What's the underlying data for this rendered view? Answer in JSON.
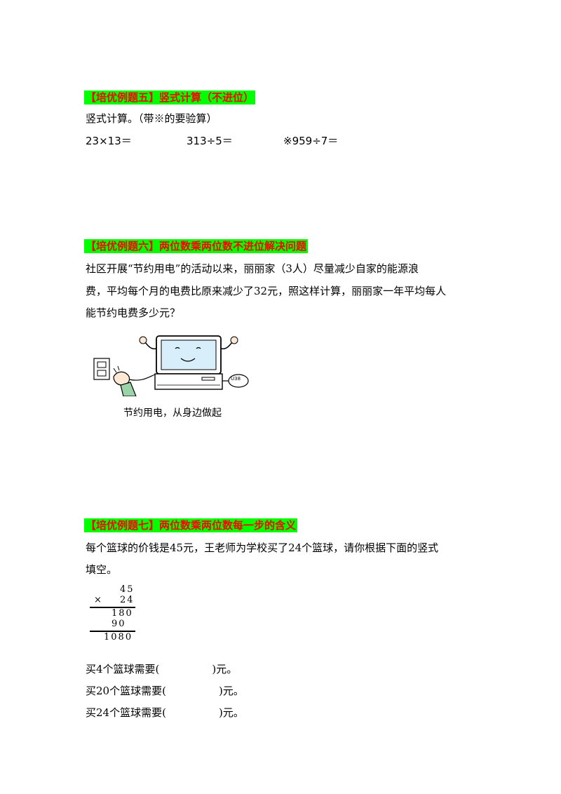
{
  "section5": {
    "heading": "【培优例题五】竖式计算（不进位）",
    "instruction": "竖式计算。（带※的要验算）",
    "problems": [
      "23×13＝",
      "313÷5＝",
      "※959÷7＝"
    ]
  },
  "section6": {
    "heading": "【培优例题六】两位数乘两位数不进位解决问题",
    "lines": [
      "社区开展“节约用电”的活动以来，丽丽家（3人）尽量减少自家的能源浪",
      "费，平均每个月的电费比原来减少了32元，照这样计算，丽丽家一年平均每人",
      "能节约电费多少元？"
    ],
    "illustration": {
      "caption": "节约用电，从身边做起",
      "device_label": "U38"
    }
  },
  "section7": {
    "heading": "【培优例题七】两位数乘两位数每一步的含义",
    "lines": [
      "每个篮球的价钱是45元，王老师为学校买了24个篮球，请你根据下面的竖式",
      "填空。"
    ],
    "vertical": {
      "multiplicand": "45",
      "operator": "×",
      "multiplier": "24",
      "partial1": "180",
      "partial2": "90",
      "result": "1080"
    },
    "blanks": [
      "买4个篮球需要(　　　　　)元。",
      "买20个篮球需要(　　　　　)元。",
      "买24个篮球需要(　　　　　)元。"
    ]
  }
}
